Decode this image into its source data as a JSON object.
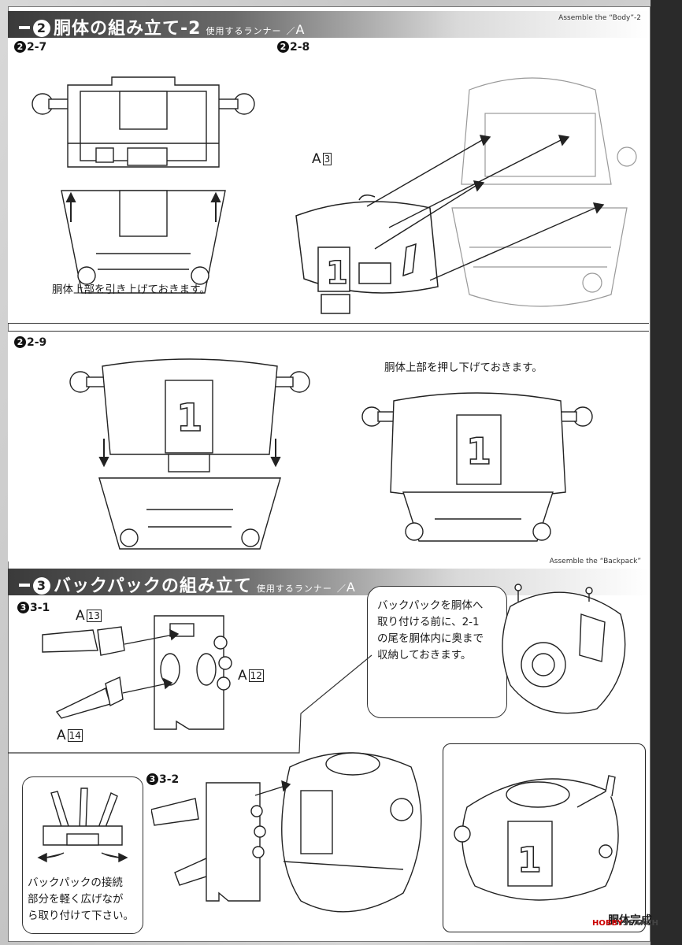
{
  "section2": {
    "step_number": "2",
    "title": "胴体の組み立て-2",
    "runner_label": "使用するランナー",
    "runner_value": "A",
    "english": "Assemble the “Body”-2"
  },
  "step_2_7": {
    "label": "2-7",
    "caption": "胴体上部を引き上げておきます。"
  },
  "step_2_8": {
    "label": "2-8",
    "part": {
      "runner": "A",
      "number": "3"
    }
  },
  "step_2_9": {
    "label": "2-9",
    "caption": "胴体上部を押し下げておきます。",
    "badge_number": "1"
  },
  "section3": {
    "step_number": "3",
    "title": "バックパックの組み立て",
    "runner_label": "使用するランナー",
    "runner_value": "A",
    "english": "Assemble the “Backpack”"
  },
  "step_3_1": {
    "label": "3-1",
    "parts": [
      {
        "runner": "A",
        "number": "13"
      },
      {
        "runner": "A",
        "number": "12"
      },
      {
        "runner": "A",
        "number": "14"
      }
    ],
    "callout_lines": [
      "バックパックを胴体へ",
      "取り付ける前に、2-1",
      "の尾を胴体内に奥まで",
      "収納しておきます。"
    ]
  },
  "step_3_2": {
    "label": "3-2",
    "tip_lines": [
      "バックパックの接続",
      "部分を軽く広げなが",
      "ら取り付けて下さい。"
    ],
    "completed_label": "胴体完成"
  },
  "watermark": {
    "brand": "HOBBY",
    "suffix": "SEARCH"
  },
  "colors": {
    "band_dark": "#3a3a3a",
    "ink": "#1a1a1a",
    "paper": "#ffffff"
  }
}
